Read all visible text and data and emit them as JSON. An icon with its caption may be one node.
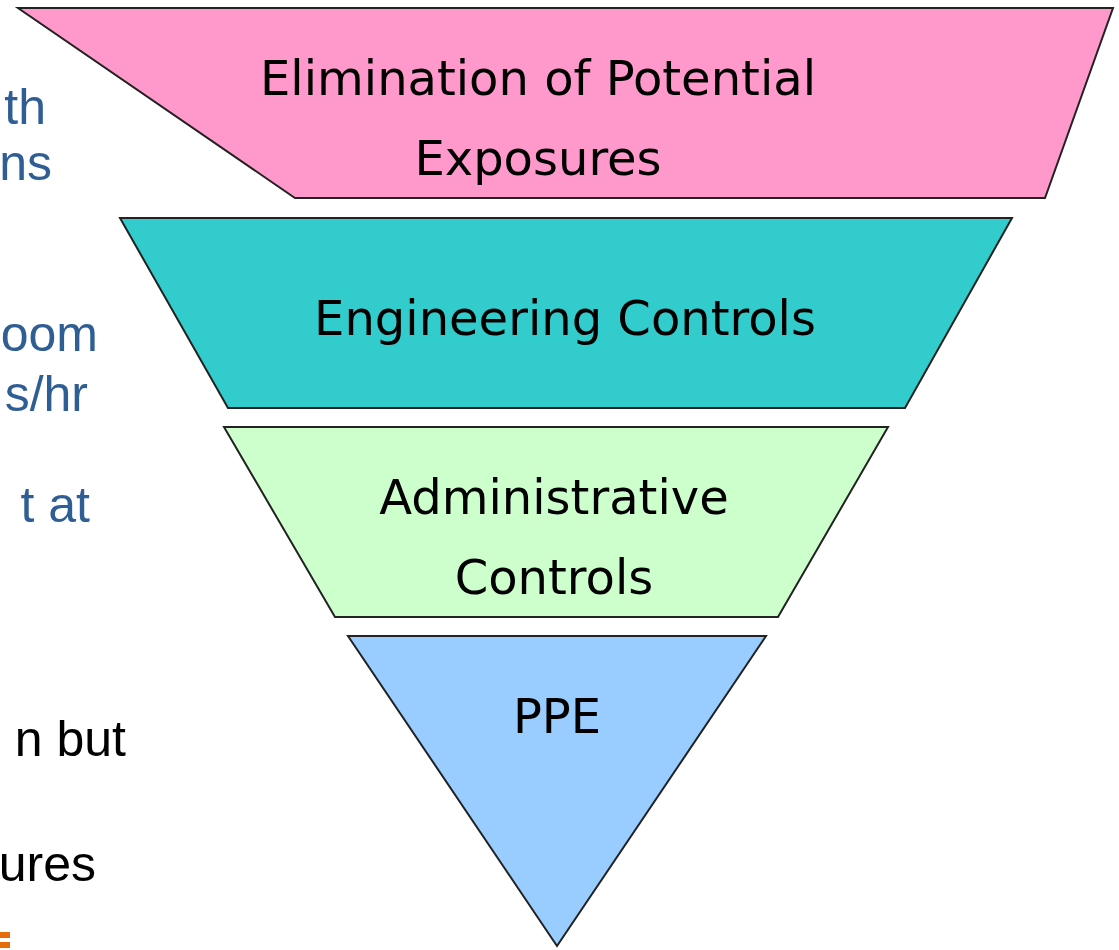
{
  "diagram": {
    "nodes": [
      {
        "text": [
          "Elimination of Potential Exposures"
        ]
      },
      {
        "text": [
          "Engineering Controls"
        ]
      },
      {
        "text": [
          "Administrative Controls"
        ]
      },
      {
        "text": [
          "PPE"
        ]
      }
    ],
    "labels": [
      "th",
      "ns",
      "oom",
      "s/hr",
      "t at",
      "n but",
      "ures"
    ]
  }
}
